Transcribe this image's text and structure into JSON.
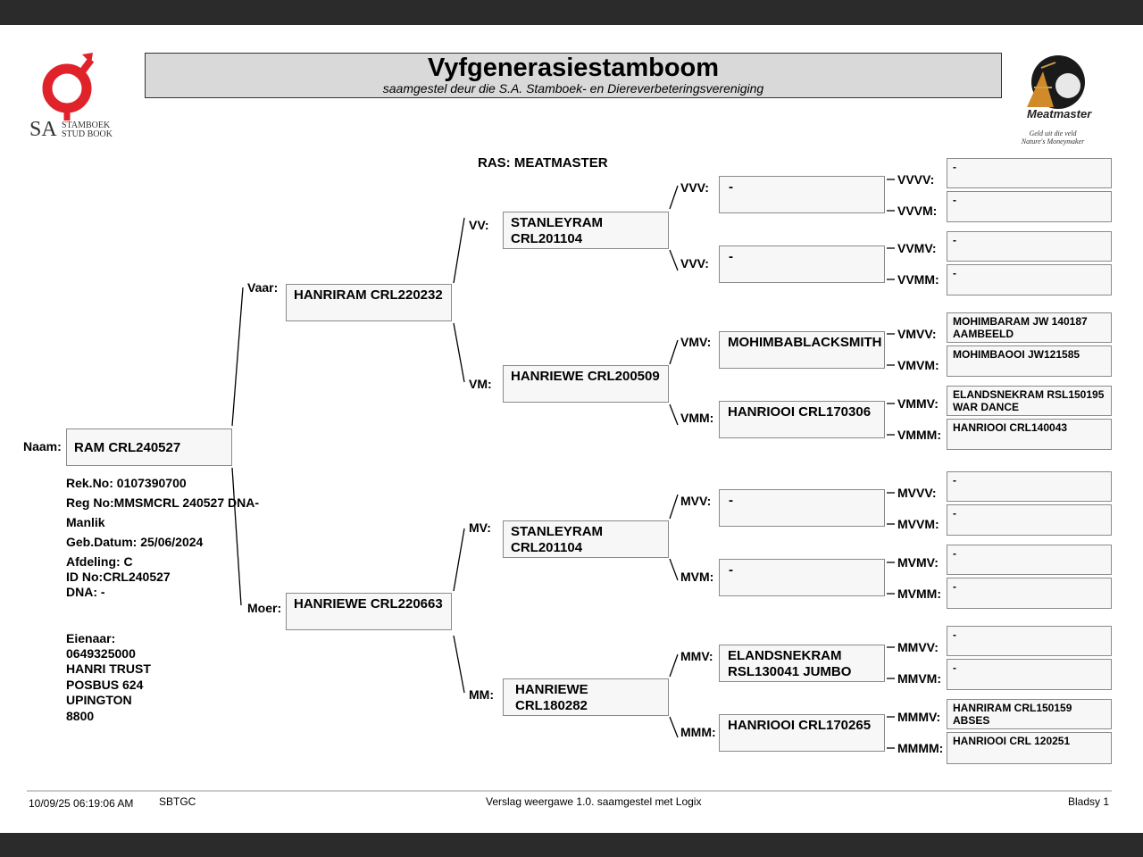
{
  "header": {
    "title": "Vyfgenerasiestamboom",
    "subtitle": "saamgestel deur die S.A. Stamboek- en Diereverbeteringsvereniging",
    "logo_left": {
      "line1": "SA",
      "line2": "STAMBOEK",
      "line3": "STUD BOOK"
    },
    "logo_right": {
      "brand": "Meatmaster",
      "tag1": "Geld uit die veld",
      "tag2": "Nature's Moneymaker"
    }
  },
  "ras": "RAS: MEATMASTER",
  "animal": {
    "naam_label": "Naam:",
    "name": "RAM CRL240527",
    "rek_no": "Rek.No: 0107390700",
    "reg_no": "Reg No:MMSMCRL 240527 DNA-",
    "sex": "Manlik",
    "birth": "Geb.Datum: 25/06/2024",
    "afdeling": "Afdeling: C",
    "id_no": "ID No:CRL240527",
    "dna": "DNA: -"
  },
  "owner": {
    "label": "Eienaar:",
    "phone": "0649325000",
    "name": "HANRI TRUST",
    "address1": "POSBUS 624",
    "city": "UPINGTON",
    "code": "8800"
  },
  "gen1": {
    "vaar": {
      "label": "Vaar:",
      "name": "HANRIRAM CRL220232"
    },
    "moer": {
      "label": "Moer:",
      "name": "HANRIEWE CRL220663"
    }
  },
  "gen2": {
    "vv": {
      "label": "VV:",
      "line1": "STANLEYRAM",
      "line2": "CRL201104"
    },
    "vm": {
      "label": "VM:",
      "line1": "HANRIEWE CRL200509",
      "line2": ""
    },
    "mv": {
      "label": "MV:",
      "line1": "STANLEYRAM",
      "line2": "CRL201104"
    },
    "mm": {
      "label": "MM:",
      "line1": "HANRIEWE CRL180282",
      "line2": ""
    }
  },
  "gen3": {
    "vvv": {
      "label": "VVV:",
      "line1": "-",
      "line2": ""
    },
    "vvm": {
      "label": "VVV:",
      "line1": "-",
      "line2": ""
    },
    "vmv": {
      "label": "VMV:",
      "line1": "MOHIMBABLACKSMITH",
      "line2": ""
    },
    "vmm": {
      "label": "VMM:",
      "line1": "HANRIOOI CRL170306",
      "line2": ""
    },
    "mvv": {
      "label": "MVV:",
      "line1": "-",
      "line2": ""
    },
    "mvm": {
      "label": "MVM:",
      "line1": "-",
      "line2": ""
    },
    "mmv": {
      "label": "MMV:",
      "line1": "ELANDSNEKRAM",
      "line2": "RSL130041 JUMBO"
    },
    "mmm": {
      "label": "MMM:",
      "line1": "HANRIOOI CRL170265",
      "line2": ""
    }
  },
  "gen4": {
    "vvvv": {
      "label": "VVVV:",
      "line1": "-",
      "line2": ""
    },
    "vvvm": {
      "label": "VVVM:",
      "line1": "-",
      "line2": ""
    },
    "vvmv": {
      "label": "VVMV:",
      "line1": "-",
      "line2": ""
    },
    "vvmm": {
      "label": "VVMM:",
      "line1": "-",
      "line2": ""
    },
    "vmvv": {
      "label": "VMVV:",
      "line1": "MOHIMBARAM JW 140187",
      "line2": "AAMBEELD"
    },
    "vmvm": {
      "label": "VMVM:",
      "line1": "MOHIMBAOOI JW121585",
      "line2": ""
    },
    "vmmv": {
      "label": "VMMV:",
      "line1": "ELANDSNEKRAM RSL150195",
      "line2": "WAR DANCE"
    },
    "vmmm": {
      "label": "VMMM:",
      "line1": "HANRIOOI CRL140043",
      "line2": ""
    },
    "mvvv": {
      "label": "MVVV:",
      "line1": "-",
      "line2": ""
    },
    "mvvm": {
      "label": "MVVM:",
      "line1": "-",
      "line2": ""
    },
    "mvmv": {
      "label": "MVMV:",
      "line1": "-",
      "line2": ""
    },
    "mvmm": {
      "label": "MVMM:",
      "line1": "-",
      "line2": ""
    },
    "mmvv": {
      "label": "MMVV:",
      "line1": "-",
      "line2": ""
    },
    "mmvm": {
      "label": "MMVM:",
      "line1": "-",
      "line2": ""
    },
    "mmmv": {
      "label": "MMMV:",
      "line1": "HANRIRAM CRL150159",
      "line2": "ABSES"
    },
    "mmmm": {
      "label": "MMMM:",
      "line1": "HANRIOOI CRL 120251",
      "line2": ""
    }
  },
  "footer": {
    "timestamp": "10/09/25 06:19:06 AM",
    "code": "SBTGC",
    "report": "Verslag weergawe 1.0. saamgestel met Logix",
    "page": "Bladsy 1"
  },
  "colors": {
    "title_bg": "#d9d9d9",
    "box_bg": "#f7f7f7",
    "logo_red": "#e0222a",
    "page_bars": "#2b2b2b"
  }
}
